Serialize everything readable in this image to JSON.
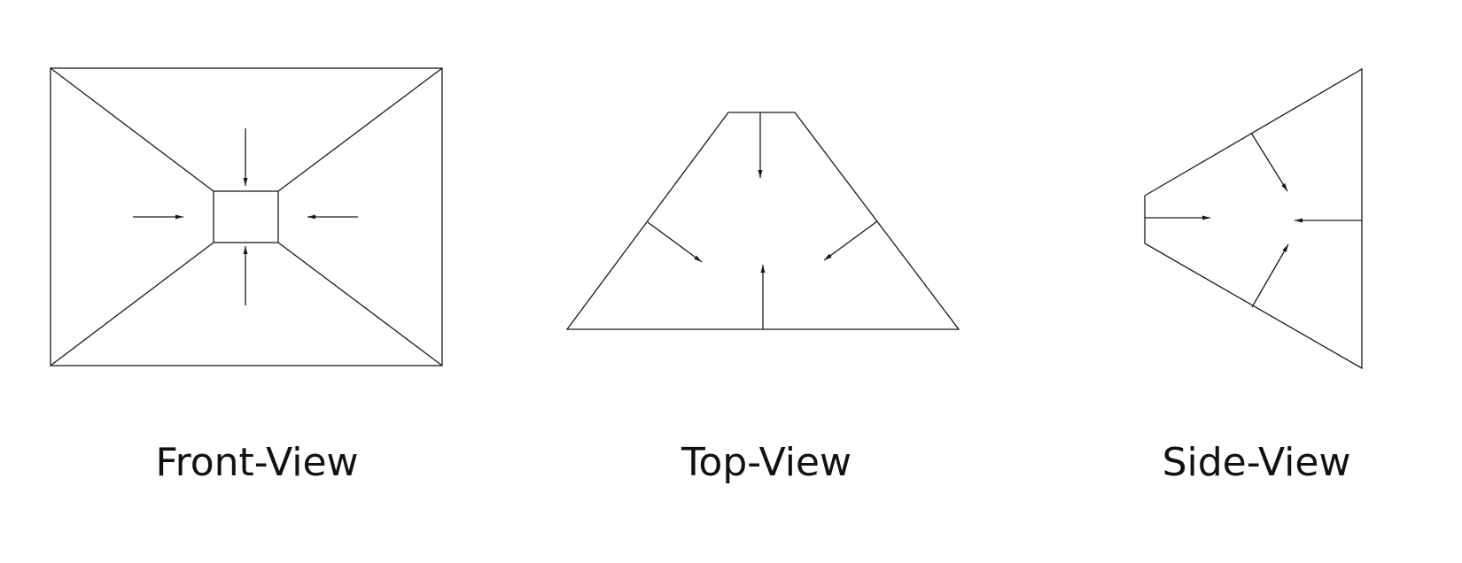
{
  "colors": {
    "line": "#1a1a1a",
    "text": "#111111",
    "background": "#ffffff"
  },
  "views": [
    {
      "id": "front",
      "label": "Front-View"
    },
    {
      "id": "top",
      "label": "Top-View"
    },
    {
      "id": "side",
      "label": "Side-View"
    }
  ]
}
